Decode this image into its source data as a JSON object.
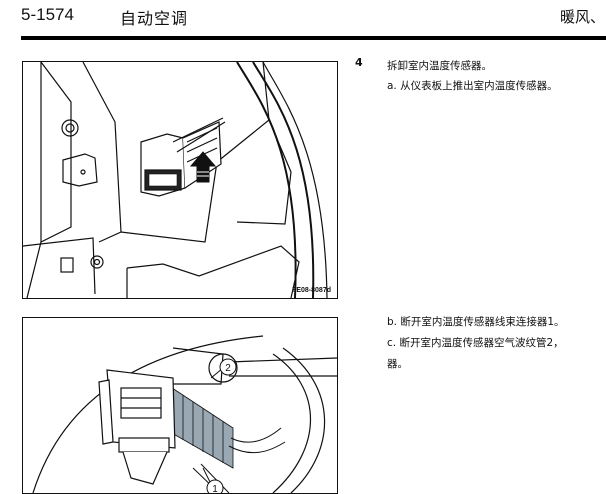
{
  "header": {
    "page_number": "5-1574",
    "section_title": "自动空调",
    "right_title": "暖风、"
  },
  "step": {
    "number": "4",
    "title": "拆卸室内温度传感器。",
    "sub_a": "a. 从仪表板上推出室内温度传感器。",
    "sub_b": "b. 断开室内温度传感器线束连接器1。",
    "sub_c": "c. 断开室内温度传感器空气波纹管2，",
    "sub_c_cont": "器。"
  },
  "figures": {
    "fig1_code": "FE08-8087d",
    "fig2_callout_1": "1",
    "fig2_callout_2": "2"
  }
}
